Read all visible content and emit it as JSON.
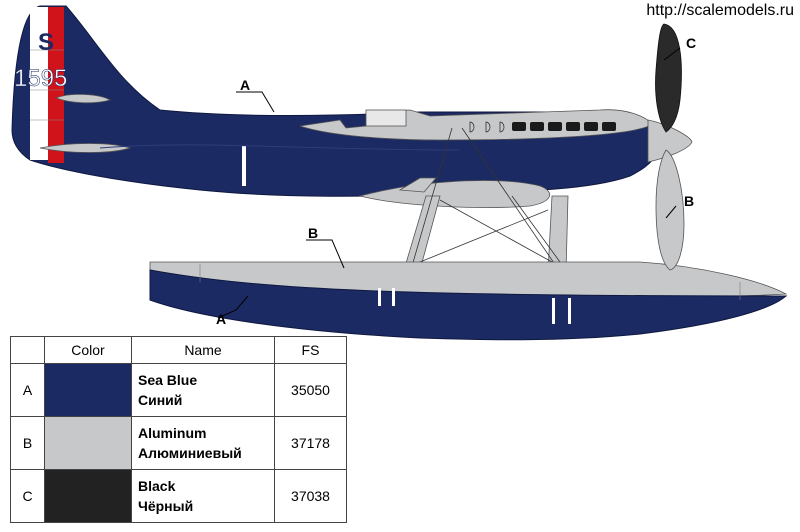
{
  "watermark": "http://scalemodels.ru",
  "aircraft": {
    "fin_letter": "S",
    "serial": "1595"
  },
  "callouts": [
    "A",
    "B",
    "C",
    "B",
    "A"
  ],
  "legend": {
    "headers": [
      "Color",
      "Name",
      "FS"
    ],
    "rows": [
      {
        "key": "A",
        "color": "#1c2a63",
        "name_en": "Sea Blue",
        "name_ru": "Синий",
        "fs": "35050"
      },
      {
        "key": "B",
        "color": "#c6c8ca",
        "name_en": "Aluminum",
        "name_ru": "Алюминиевый",
        "fs": "37178"
      },
      {
        "key": "C",
        "color": "#222222",
        "name_en": "Black",
        "name_ru": "Чёрный",
        "fs": "37038"
      }
    ]
  },
  "colors": {
    "sea_blue": "#1c2a63",
    "aluminum": "#c6c8ca",
    "black": "#222222",
    "rudder_red": "#d0121b"
  }
}
